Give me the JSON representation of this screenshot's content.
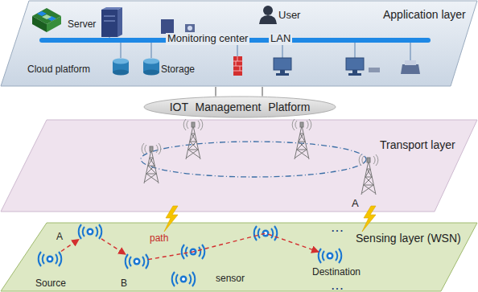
{
  "diagram": {
    "nodes": [
      {
        "text": [
          "Application layer"
        ]
      },
      {
        "text": [
          "IOT Management Platform"
        ]
      },
      {
        "text": [
          "Transport layer"
        ]
      },
      {
        "text": [
          "Sensing layer (WSN)"
        ]
      },
      {
        "text": [
          "Source"
        ],
        "in": 3
      },
      {
        "text": [
          "A"
        ],
        "in": 3
      },
      {
        "text": [
          "B"
        ],
        "in": 3
      },
      {
        "text": [
          "Destination"
        ],
        "in": 3
      }
    ],
    "edges": [
      {
        "from": 0,
        "to": 1,
        "arrow": "none"
      },
      {
        "from": 0,
        "to": 1,
        "arrow": "none"
      },
      {
        "from": 4,
        "to": 5,
        "arrow": "to"
      },
      {
        "from": 5,
        "to": 6,
        "arrow": "to"
      },
      {
        "from": 6,
        "to": 7,
        "label": "path",
        "arrow": "to"
      }
    ],
    "labels": [
      "Server",
      "User",
      "Monitoring center",
      "LAN",
      "Cloud platform",
      "Storage",
      "A",
      "sensor",
      "...",
      "..."
    ]
  }
}
